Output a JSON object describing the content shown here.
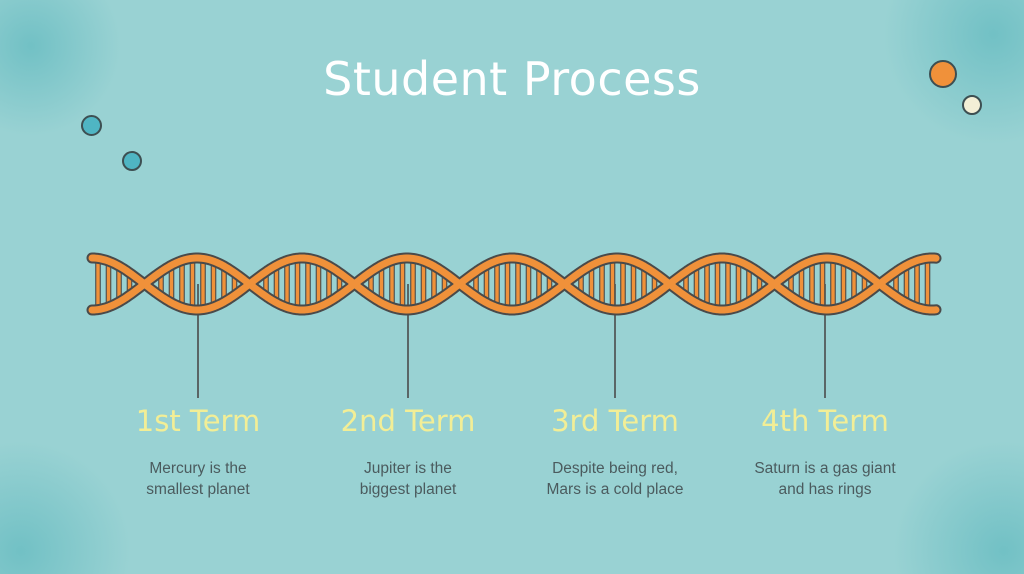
{
  "title": "Student Process",
  "colors": {
    "background": "#99d2d3",
    "helix": "#f0913a",
    "helix_outline": "#4a4a4a",
    "term_text": "#f2ee96",
    "body_text": "#4b5b5e"
  },
  "terms": [
    {
      "label": "1st Term",
      "lines": [
        "Mercury is the",
        "smallest planet"
      ]
    },
    {
      "label": "2nd Term",
      "lines": [
        "Jupiter is the",
        "biggest planet"
      ]
    },
    {
      "label": "3rd Term",
      "lines": [
        "Despite being red,",
        "Mars is a cold place"
      ]
    },
    {
      "label": "4th Term",
      "lines": [
        "Saturn is a gas giant",
        "and has rings"
      ]
    }
  ],
  "decorations": [
    "bubble-teal",
    "bubble-teal",
    "bubble-orange",
    "bubble-cream"
  ]
}
